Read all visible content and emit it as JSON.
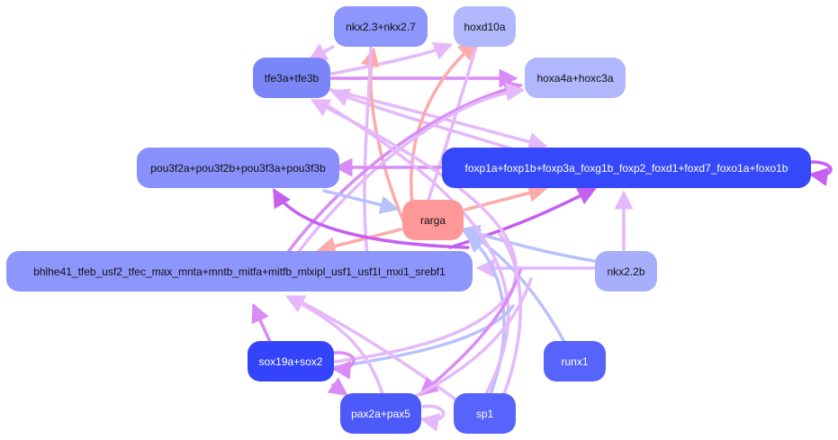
{
  "graph": {
    "type": "gene-regulatory-network",
    "nodes": [
      {
        "id": "nkx23",
        "label": "nkx2.3+nkx2.7",
        "color": "#8c96fb"
      },
      {
        "id": "hoxd10a",
        "label": "hoxd10a",
        "color": "#b1b7fd"
      },
      {
        "id": "tfe3",
        "label": "tfe3a+tfe3b",
        "color": "#7a86f8"
      },
      {
        "id": "hoxa4a",
        "label": "hoxa4a+hoxc3a",
        "color": "#b1b7fd"
      },
      {
        "id": "pou3f",
        "label": "pou3f2a+pou3f2b+pou3f3a+pou3f3b",
        "color": "#8891fb"
      },
      {
        "id": "foxp",
        "label": "foxp1a+foxp1b+foxp3a_foxg1b_foxp2_foxd1+foxd7_foxo1a+foxo1b",
        "color": "#3548fa"
      },
      {
        "id": "rarga",
        "label": "rarga",
        "color": "#fe9898"
      },
      {
        "id": "bhlhe41",
        "label": "bhlhe41_tfeb_usf2_tfec_max_mnta+mntb_mitfa+mitfb_mlxipl_usf1_usf1l_mxi1_srebf1",
        "color": "#8c96fb"
      },
      {
        "id": "nkx22b",
        "label": "nkx2.2b",
        "color": "#a7aefc"
      },
      {
        "id": "sox19a",
        "label": "sox19a+sox2",
        "color": "#3444fa"
      },
      {
        "id": "runx1",
        "label": "runx1",
        "color": "#5664fb"
      },
      {
        "id": "pax2a",
        "label": "pax2a+pax5",
        "color": "#4c5afa"
      },
      {
        "id": "sp1",
        "label": "sp1",
        "color": "#5664fb"
      }
    ],
    "edge_colors": {
      "light-violet": "#e5b8fb",
      "violet": "#d98bf6",
      "magenta": "#c55ff2",
      "salmon": "#fdaaaa",
      "periwinkle": "#b9c1fb"
    }
  }
}
